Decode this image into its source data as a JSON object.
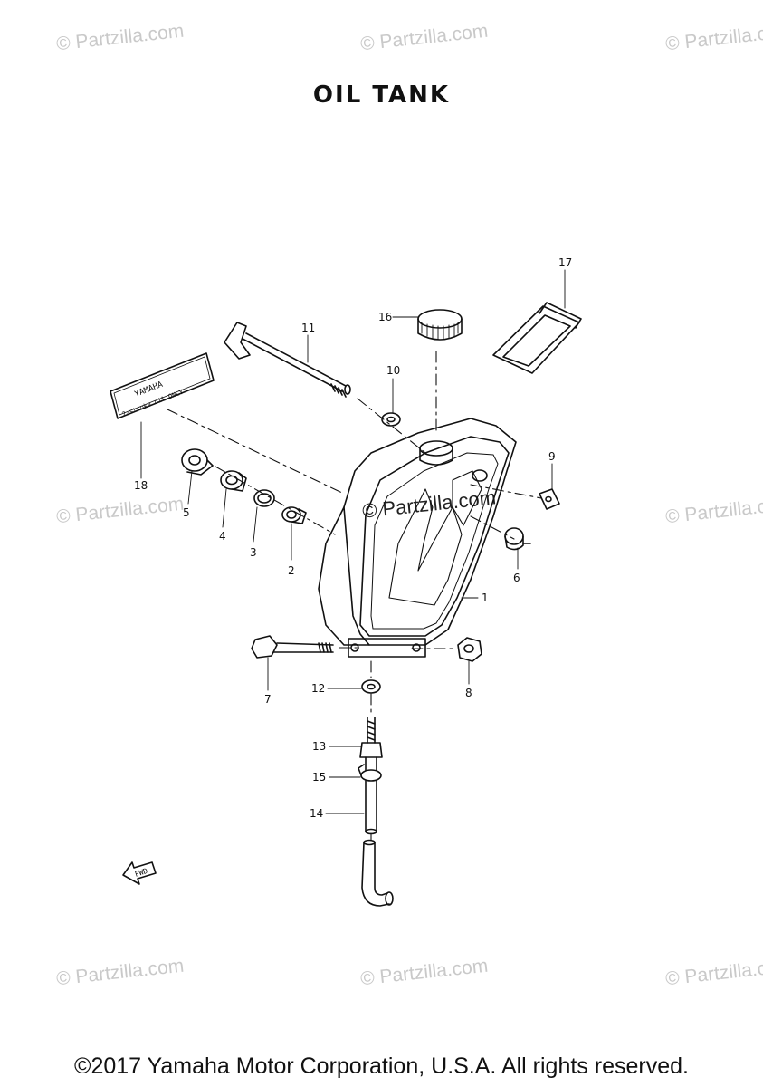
{
  "title": "OIL TANK",
  "copyright": "©2017 Yamaha Motor Corporation, U.S.A. All rights reserved.",
  "watermark": "© Partzilla.com",
  "watermark_center": "© Partzilla.com",
  "fwd_label": "FWD",
  "decal_lines": [
    "YAMAHA",
    "2-stroke oil ONLY"
  ],
  "callouts": [
    "1",
    "2",
    "3",
    "4",
    "5",
    "6",
    "7",
    "8",
    "9",
    "10",
    "11",
    "12",
    "13",
    "14",
    "15",
    "16",
    "17",
    "18"
  ]
}
